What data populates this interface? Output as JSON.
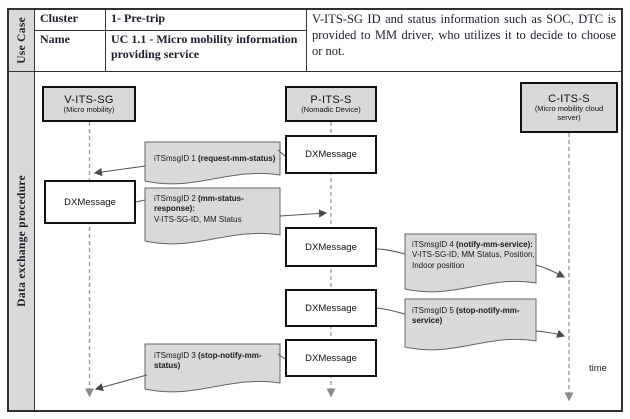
{
  "top": {
    "side_label": "Use Case",
    "cluster_label": "Cluster",
    "cluster_value": "1- Pre-trip",
    "name_label": "Name",
    "name_value": "UC 1.1 - Micro mobility information providing service",
    "description": "V-ITS-SG ID and status information such as SOC, DTC is provided to MM driver, who utilizes it to decide to choose or not."
  },
  "bottom": {
    "side_label": "Data exchange procedure",
    "time_label": "time"
  },
  "diagram": {
    "actors": [
      {
        "title": "V-ITS-SG",
        "subtitle": "(Micro mobility)"
      },
      {
        "title": "P-ITS-S",
        "subtitle": "(Nomadic Device)"
      },
      {
        "title": "C-ITS-S",
        "subtitle": "(Micro mobility cloud server)"
      }
    ],
    "dx_label": "DXMessage",
    "messages": [
      {
        "name": "msg1",
        "lines": [
          [
            "iTSmsgID 1 ",
            "(request-mm-status)"
          ]
        ]
      },
      {
        "name": "msg2",
        "lines": [
          [
            "iTSmsgID 2 ",
            "(mm-status-"
          ],
          [
            "",
            "response):"
          ],
          [
            "V-ITS-SG-ID, MM Status",
            ""
          ]
        ]
      },
      {
        "name": "msg4",
        "lines": [
          [
            "iTSmsgID 4 ",
            "(notify-mm-service):"
          ],
          [
            "V-ITS-SG-ID, MM Status, Position,",
            ""
          ],
          [
            "Indoor position",
            ""
          ]
        ]
      },
      {
        "name": "msg5",
        "lines": [
          [
            "iTSmsgID 5 ",
            "(stop-notify-mm-"
          ],
          [
            "",
            "service)"
          ]
        ]
      },
      {
        "name": "msg3",
        "lines": [
          [
            "iTSmsgID 3 ",
            "(stop-notify-mm-"
          ],
          [
            "",
            "status)"
          ]
        ]
      }
    ],
    "colors": {
      "box_fill": "#d9d9d9",
      "line": "#555555",
      "lifeline": "#999999"
    }
  }
}
